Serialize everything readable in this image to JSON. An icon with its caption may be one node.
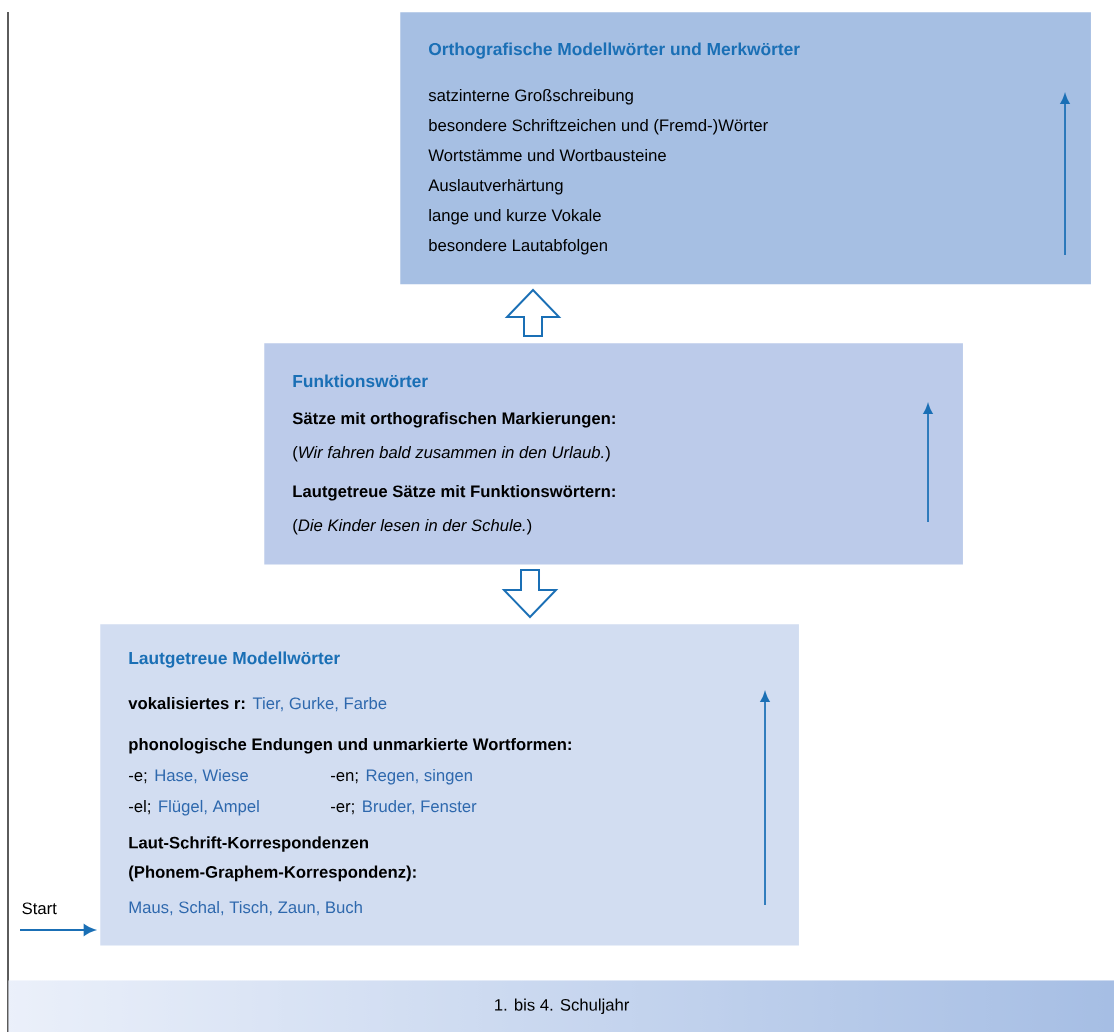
{
  "diagram": {
    "nodes": [
      {
        "text": [
          "Orthografische Modellwörter und Merkwörter",
          "satzinterne Großschreibung",
          "besondere Schriftzeichen und (Fremd-)Wörter",
          "Wortstämme und Wortbausteine",
          "Auslautverhärtung",
          "lange und kurze Vokale",
          "besondere Lautabfolgen"
        ]
      },
      {
        "text": [
          "Funktionswörter",
          "Sätze mit orthografischen Markierungen:",
          "(*Wir fahren bald zusammen in den Urlaub.*)",
          "Lautgetreue Sätze mit Funktionswörtern:",
          "(*Die Kinder lesen in der Schule.*)"
        ]
      },
      {
        "text": [
          "Lautgetreue Modellwörter",
          "vokalisiertes r:",
          "Tier, Gurke, Farbe",
          "phonologische Endungen und unmarkierte Wortformen:",
          "-e;",
          "Hase, Wiese",
          "-en;",
          "Regen, singen",
          "-el;",
          "Flügel, Ampel",
          "-er;",
          "Bruder, Fenster",
          "Laut-Schrift-Korrespondenzen (Phonem-Graphem-Korrespondenz):",
          "Maus, Schal, Tisch, Zaun, Buch"
        ]
      },
      {
        "text": [
          "Start"
        ]
      },
      {
        "text": [
          "1. bis 4. Schuljahr"
        ]
      }
    ],
    "edges": [
      {
        "from": 1,
        "to": 0,
        "arrow": "to"
      },
      {
        "from": 1,
        "to": 2,
        "arrow": "to"
      },
      {
        "from": 3,
        "to": 2,
        "arrow": "to"
      }
    ]
  }
}
